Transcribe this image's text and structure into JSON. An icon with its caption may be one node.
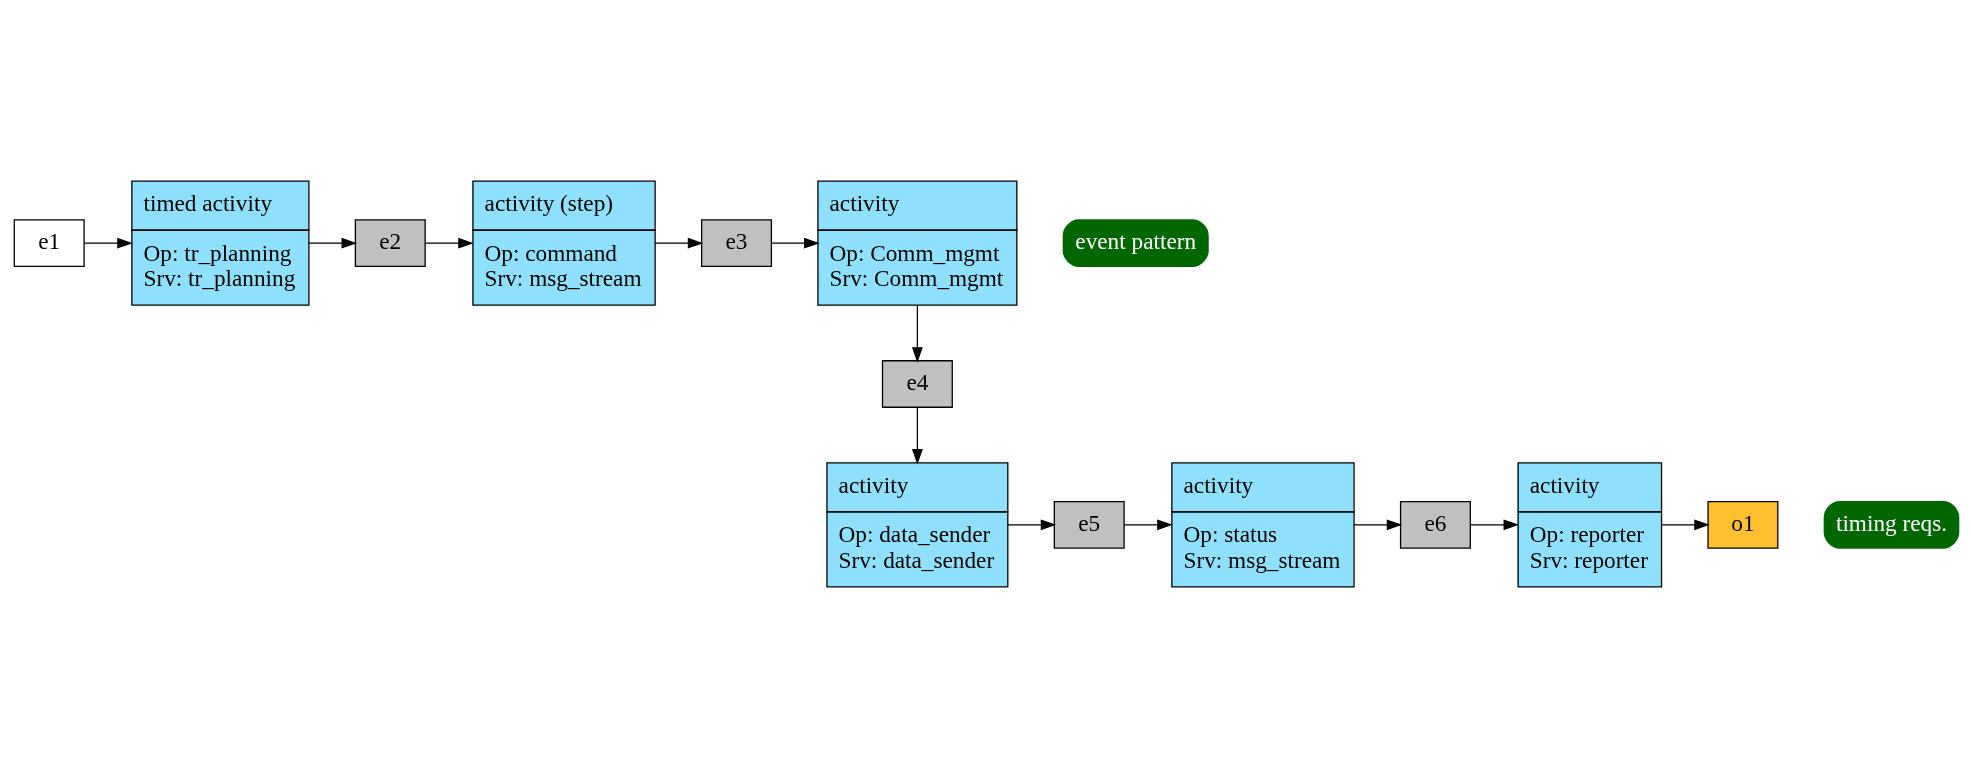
{
  "diagram": {
    "nodes": [
      {
        "text": [
          "e1"
        ]
      },
      {
        "text": [
          "timed activity",
          "Op: tr_planning",
          "Srv: tr_planning"
        ]
      },
      {
        "text": [
          "e2"
        ]
      },
      {
        "text": [
          "activity (step)",
          "Op: command",
          "Srv: msg_stream"
        ]
      },
      {
        "text": [
          "e3"
        ]
      },
      {
        "text": [
          "activity",
          "Op: Comm_mgmt",
          "Srv: Comm_mgmt"
        ]
      },
      {
        "text": [
          "e4"
        ]
      },
      {
        "text": [
          "activity",
          "Op: data_sender",
          "Srv: data_sender"
        ]
      },
      {
        "text": [
          "e5"
        ]
      },
      {
        "text": [
          "activity",
          "Op: status",
          "Srv: msg_stream"
        ]
      },
      {
        "text": [
          "e6"
        ]
      },
      {
        "text": [
          "activity",
          "Op: reporter",
          "Srv: reporter"
        ]
      },
      {
        "text": [
          "o1"
        ]
      },
      {
        "text": [
          "event pattern"
        ]
      },
      {
        "text": [
          "timing reqs."
        ]
      }
    ],
    "edges": [
      {
        "from": 0,
        "to": 1,
        "arrow": "to"
      },
      {
        "from": 1,
        "to": 2,
        "arrow": "to"
      },
      {
        "from": 2,
        "to": 3,
        "arrow": "to"
      },
      {
        "from": 3,
        "to": 4,
        "arrow": "to"
      },
      {
        "from": 4,
        "to": 5,
        "arrow": "to"
      },
      {
        "from": 5,
        "to": 6,
        "arrow": "to"
      },
      {
        "from": 6,
        "to": 7,
        "arrow": "to"
      },
      {
        "from": 7,
        "to": 8,
        "arrow": "to"
      },
      {
        "from": 8,
        "to": 9,
        "arrow": "to"
      },
      {
        "from": 9,
        "to": 10,
        "arrow": "to"
      },
      {
        "from": 10,
        "to": 11,
        "arrow": "to"
      },
      {
        "from": 11,
        "to": 12,
        "arrow": "to"
      }
    ]
  }
}
